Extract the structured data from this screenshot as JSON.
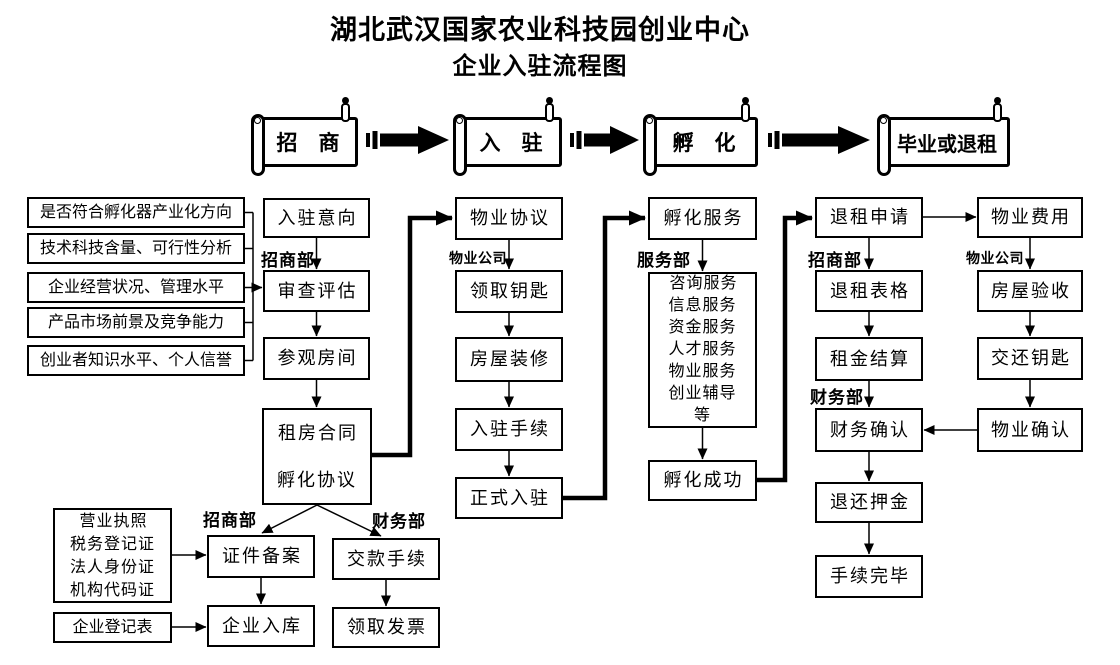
{
  "title": {
    "line1": "湖北武汉国家农业科技园创业中心",
    "line2": "企业入驻流程图"
  },
  "phases": [
    {
      "label": "招　商"
    },
    {
      "label": "入　驻"
    },
    {
      "label": "孵　化"
    },
    {
      "label": "毕业或退租"
    }
  ],
  "criteria": [
    "是否符合孵化器产业化方向",
    "技术科技含量、可行性分析",
    "企业经营状况、管理水平",
    "产品市场前景及竞争能力",
    "创业者知识水平、个人信誉"
  ],
  "nodes": {
    "entry_intent": "入驻意向",
    "review": "审查评估",
    "visit_room": "参观房间",
    "contract": "租房合同\n孵化协议",
    "cert_filing": "证件备案",
    "company_store": "企业入库",
    "payment": "交款手续",
    "invoice": "领取发票",
    "docs": "营业执照\n税务登记证\n法人身份证\n机构代码证",
    "reg_form": "企业登记表",
    "property_agreement": "物业协议",
    "get_keys": "领取钥匙",
    "renovation": "房屋装修",
    "entry_procedure": "入驻手续",
    "official_entry": "正式入驻",
    "incubation_service": "孵化服务",
    "service_list": "咨询服务\n信息服务\n资金服务\n人才服务\n物业服务\n创业辅导\n等",
    "incubation_success": "孵化成功",
    "termination_apply": "退租申请",
    "termination_form": "退租表格",
    "rent_settlement": "租金结算",
    "finance_confirm": "财务确认",
    "deposit_refund": "退还押金",
    "procedure_complete": "手续完毕",
    "property_fee": "物业费用",
    "house_inspection": "房屋验收",
    "return_keys": "交还钥匙",
    "property_confirm": "物业确认"
  },
  "dept_labels": {
    "zhaoshang_top": "招商部",
    "wuye_entry": "物业公司",
    "fuwu": "服务部",
    "zhaoshang_exit": "招商部",
    "wuye_exit": "物业公司",
    "zhaoshang_bottom": "招商部",
    "caiwu_bottom": "财务部",
    "caiwu_exit": "财务部"
  },
  "colors": {
    "ink": "#000000",
    "background": "#ffffff"
  }
}
